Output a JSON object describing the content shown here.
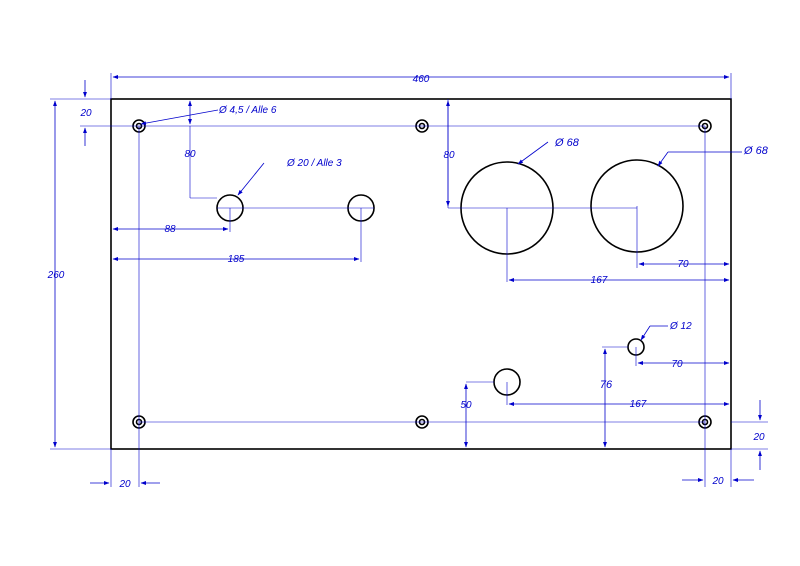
{
  "colors": {
    "outline": "#000000",
    "dimension": "#0000cc",
    "background": "#ffffff"
  },
  "labels": {
    "overall_width": "460",
    "overall_height": "260",
    "top_margin": "20",
    "left_margin": "20",
    "right_margin": "20",
    "bottom_margin": "20",
    "hole_spec_small": "Ø 4,5 / Alle 6",
    "hole_spec_20": "Ø 20 / Alle 3",
    "hole_spec_68_left": "Ø 68",
    "hole_spec_68_right": "Ø 68",
    "hole_spec_12": "Ø 12",
    "dim_80_left": "80",
    "dim_80_right": "80",
    "dim_88": "88",
    "dim_185": "185",
    "dim_70_top": "70",
    "dim_167_top": "167",
    "dim_70_bottom": "70",
    "dim_76": "76",
    "dim_50": "50",
    "dim_167_bottom": "167"
  }
}
